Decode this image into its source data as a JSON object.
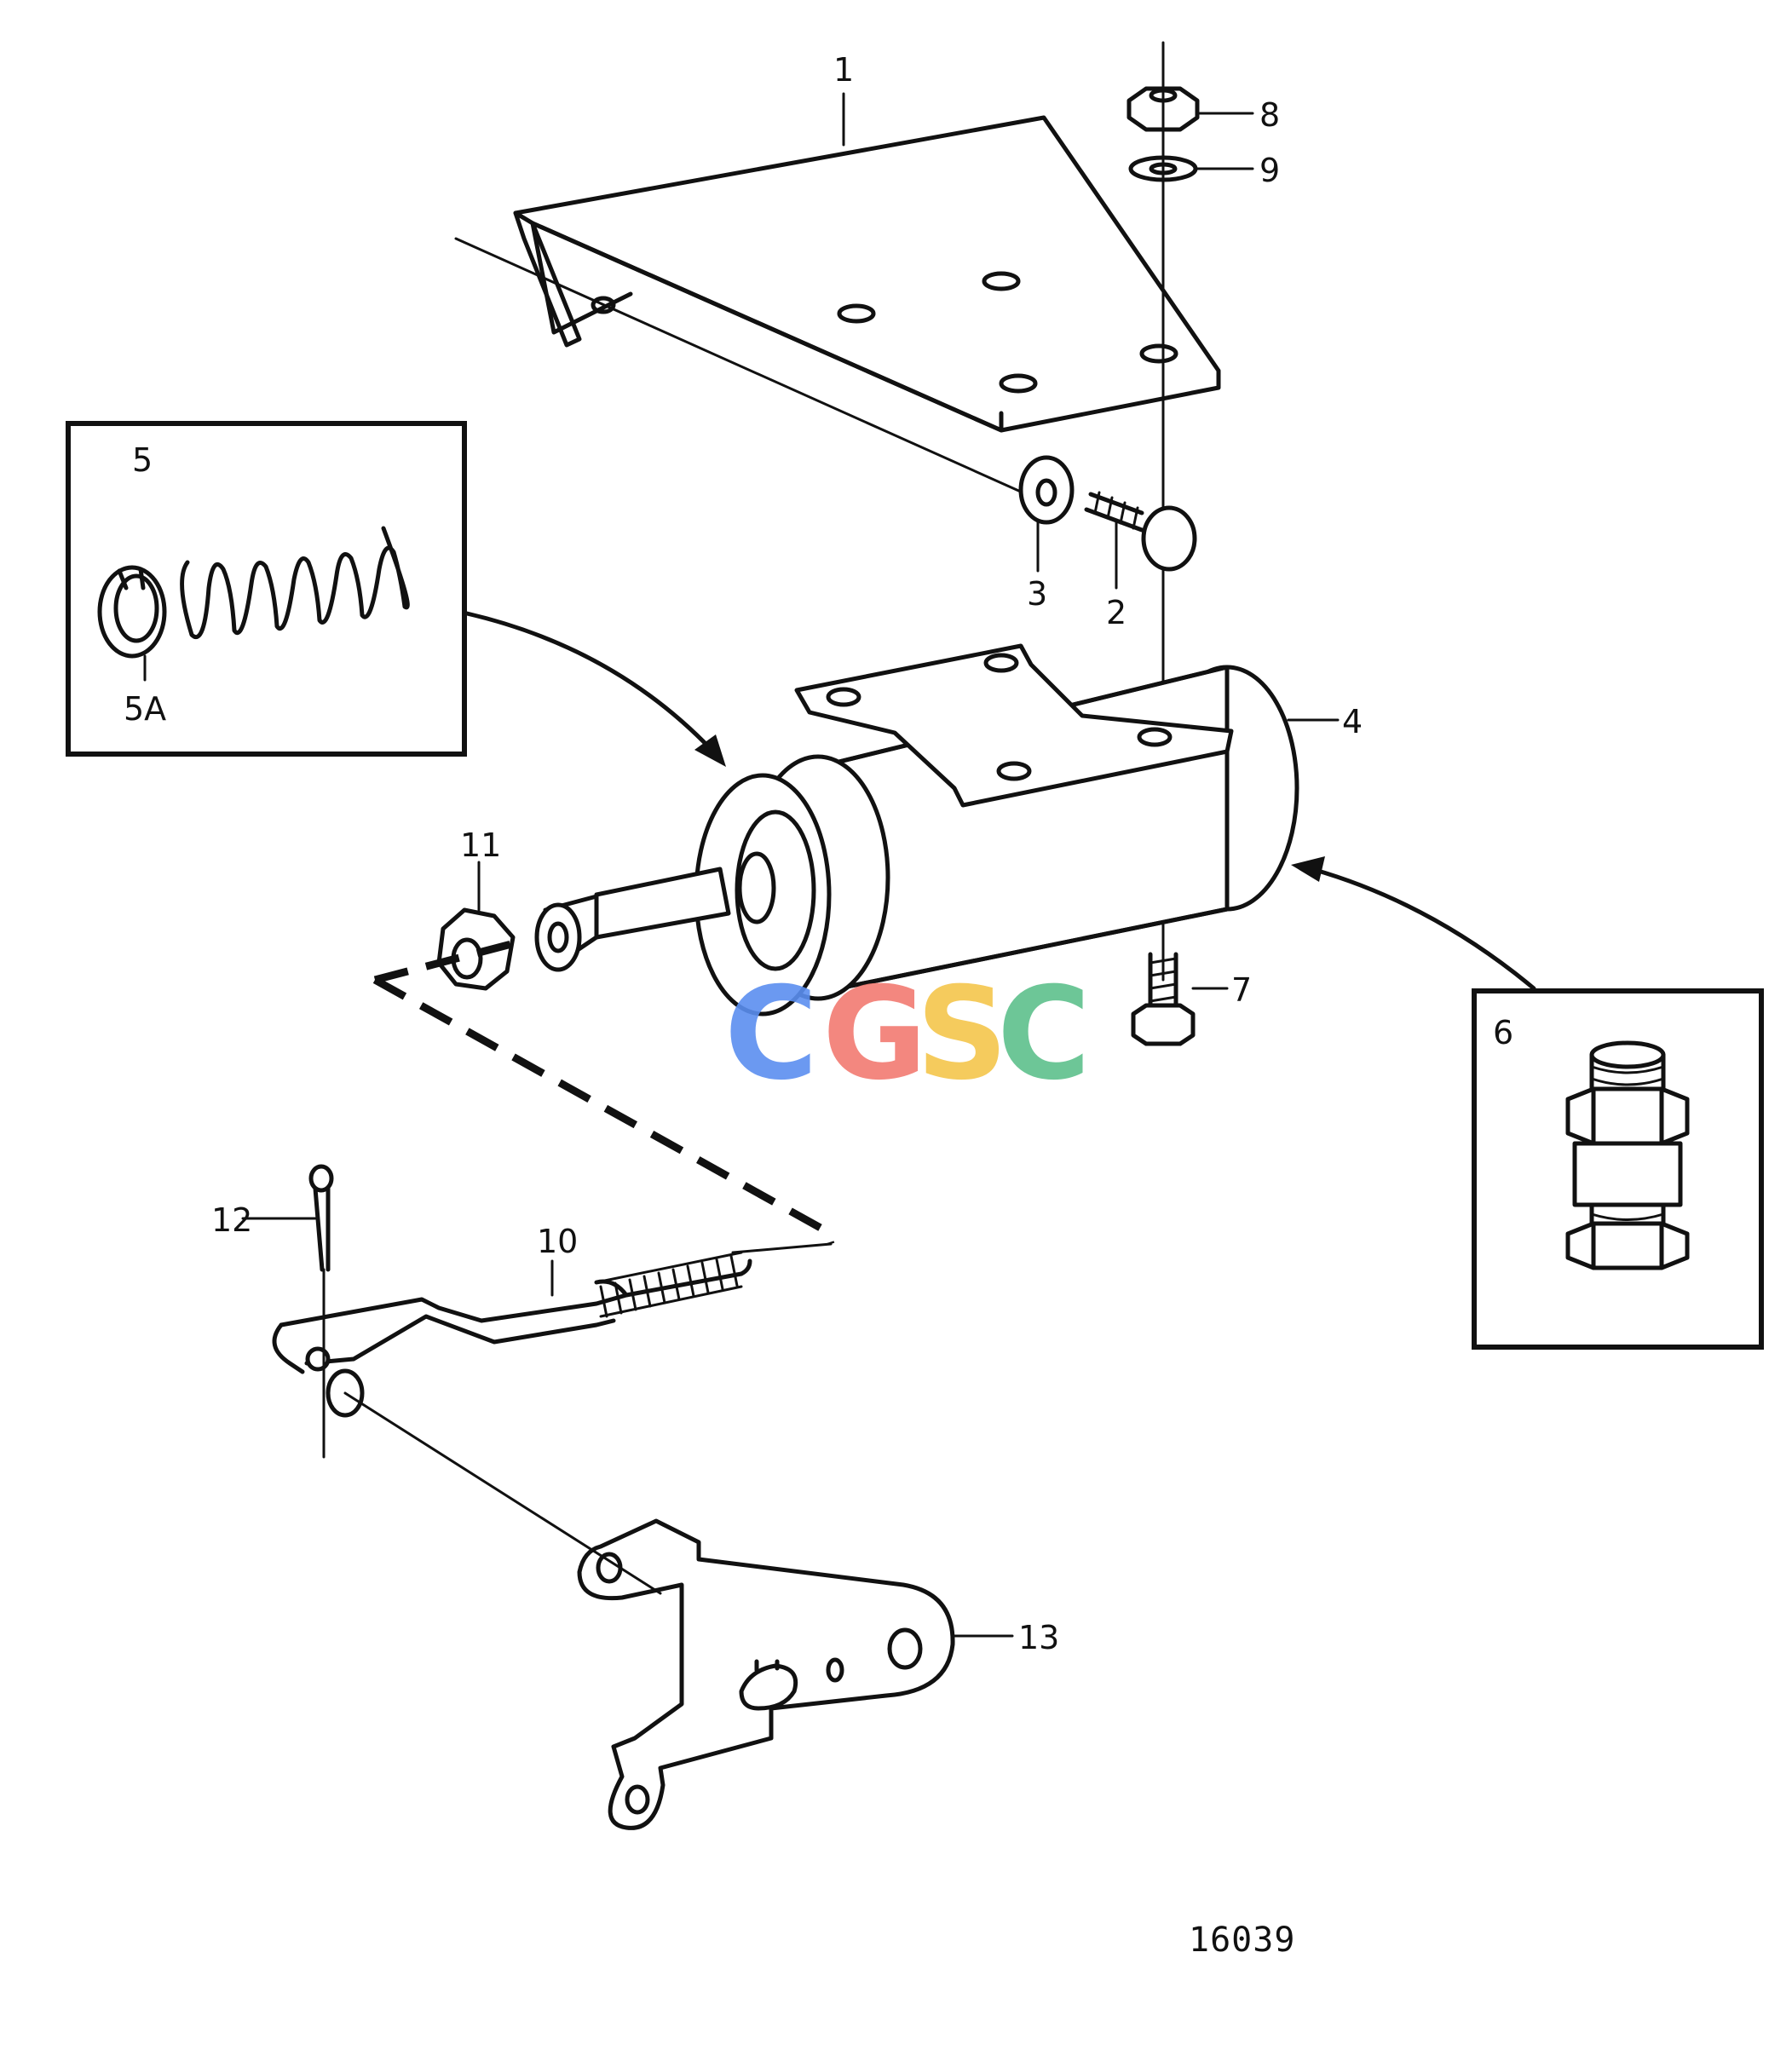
{
  "callouts": {
    "c1": "1",
    "c2": "2",
    "c3": "3",
    "c4": "4",
    "c5": "5",
    "c5a": "5A",
    "c6": "6",
    "c7": "7",
    "c8": "8",
    "c9": "9",
    "c10": "10",
    "c11": "11",
    "c12": "12",
    "c13": "13"
  },
  "reference_number": "16039",
  "watermark": {
    "letters": [
      "C",
      "G",
      "S",
      "C"
    ],
    "colors": [
      "#5b8ff0",
      "#f27b72",
      "#f4c64c",
      "#5ec08c"
    ]
  },
  "colors": {
    "ink": "#111111",
    "background": "#ffffff"
  }
}
